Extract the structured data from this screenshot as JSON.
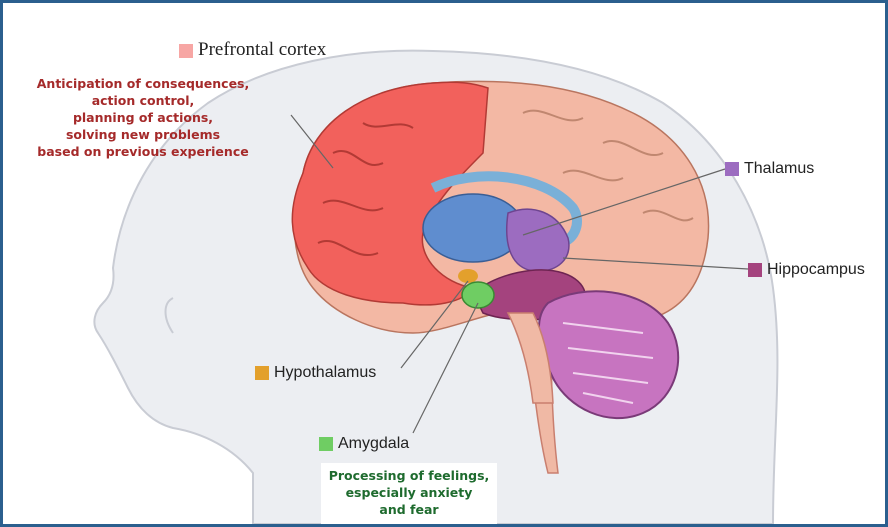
{
  "colors": {
    "prefrontal": "#f7a6a4",
    "thalamus": "#9c6cc0",
    "hippocampus": "#a4437e",
    "hypothalamus": "#e3a02c",
    "amygdala": "#6fcd63",
    "desc_red": "#a52a2a",
    "desc_green": "#1e6b2e",
    "border": "#2b5f8e"
  },
  "labels": {
    "prefrontal": {
      "title": "Prefrontal cortex",
      "description": [
        "Anticipation of consequences,",
        "action control,",
        "planning of actions,",
        "solving new problems",
        "based on previous experience"
      ]
    },
    "thalamus": {
      "title": "Thalamus"
    },
    "hippocampus": {
      "title": "Hippocampus"
    },
    "hypothalamus": {
      "title": "Hypothalamus"
    },
    "amygdala": {
      "title": "Amygdala",
      "description": [
        "Processing of feelings,",
        "especially anxiety",
        "and fear"
      ]
    }
  }
}
